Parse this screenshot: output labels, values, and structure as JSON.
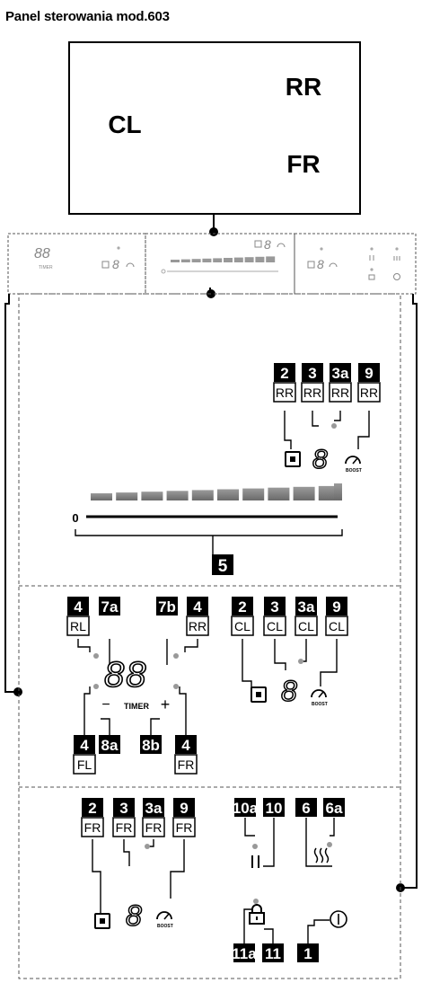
{
  "title": "Panel sterowania mod.603",
  "hob_zones": {
    "rear_right": "RR",
    "center_left": "CL",
    "front_right": "FR"
  },
  "labels": {
    "timer": "TIMER",
    "boost": "BOOST",
    "plus": "+",
    "minus": "−",
    "slider_zero": "0",
    "slider_ref": "5",
    "digit": "8",
    "digits_pair": "88"
  },
  "callouts": {
    "rr": [
      {
        "num": "2",
        "zone": "RR"
      },
      {
        "num": "3",
        "zone": "RR"
      },
      {
        "num": "3a",
        "zone": "RR"
      },
      {
        "num": "9",
        "zone": "RR"
      }
    ],
    "cl": [
      {
        "num": "2",
        "zone": "CL"
      },
      {
        "num": "3",
        "zone": "CL"
      },
      {
        "num": "3a",
        "zone": "CL"
      },
      {
        "num": "9",
        "zone": "CL"
      }
    ],
    "fr": [
      {
        "num": "2",
        "zone": "FR"
      },
      {
        "num": "3",
        "zone": "FR"
      },
      {
        "num": "3a",
        "zone": "FR"
      },
      {
        "num": "9",
        "zone": "FR"
      }
    ],
    "timer_top": [
      {
        "num": "4",
        "zone": "RL"
      },
      {
        "num": "7a"
      },
      {
        "num": "7b"
      },
      {
        "num": "4",
        "zone": "RR"
      }
    ],
    "timer_bottom": [
      {
        "num": "4",
        "zone": "FL"
      },
      {
        "num": "8a"
      },
      {
        "num": "8b"
      },
      {
        "num": "4",
        "zone": "FR"
      }
    ],
    "aux_top": [
      "10a",
      "10",
      "6",
      "6a"
    ],
    "aux_bottom": [
      "11a",
      "11",
      "1"
    ]
  }
}
